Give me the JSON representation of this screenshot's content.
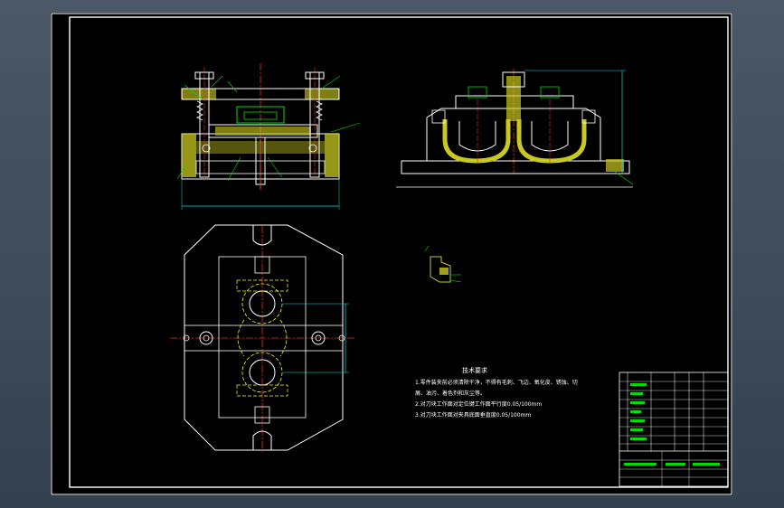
{
  "notes": {
    "title": "技术要求",
    "line1": "1.零件装夹前必须清除干净，不得有毛刺、飞边、氧化皮、锈蚀、切",
    "line2": "屑、油污、着色剂和灰尘等。",
    "line3": "2.对刀块工作面对定位键工作面平行度0.05/100mm",
    "line4": "3.对刀块工作面对夹具底面垂直度0.05/100mm"
  },
  "colors": {
    "background": "#000000",
    "frame": "#ffffff",
    "outline": "#ffffff",
    "centerline": "#ff2222",
    "dimension": "#00e5e5",
    "leader": "#00dd00",
    "fill": "#c8c820",
    "hidden": "#ffff00"
  }
}
